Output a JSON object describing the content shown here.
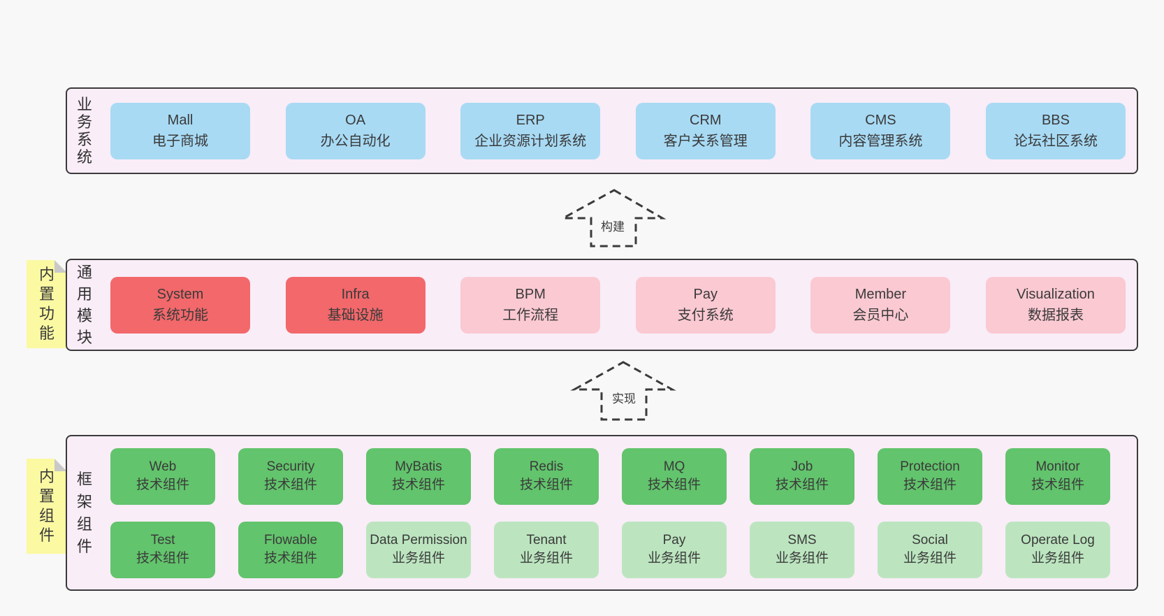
{
  "colors": {
    "page_bg": "#f8f8f8",
    "container_bg": "#f9edf7",
    "container_border": "#3b3b3b",
    "blue": "#a8daf4",
    "red": "#f2686b",
    "pink": "#fac9d2",
    "green": "#62c46c",
    "light_green": "#bce5bf",
    "yellow_note": "#fbf9a2",
    "fold_gray": "#c9c9c9"
  },
  "arrows": [
    {
      "label": "构建"
    },
    {
      "label": "实现"
    }
  ],
  "layers": [
    {
      "id": "business-systems",
      "label_vertical": "业务系统",
      "boxes": [
        {
          "name": "Mall",
          "desc": "电子商城",
          "style": "blue"
        },
        {
          "name": "OA",
          "desc": "办公自动化",
          "style": "blue"
        },
        {
          "name": "ERP",
          "desc": "企业资源计划系统",
          "style": "blue"
        },
        {
          "name": "CRM",
          "desc": "客户关系管理",
          "style": "blue"
        },
        {
          "name": "CMS",
          "desc": "内容管理系统",
          "style": "blue"
        },
        {
          "name": "BBS",
          "desc": "论坛社区系统",
          "style": "blue"
        }
      ]
    },
    {
      "id": "common-modules",
      "label_vertical": "通用模块",
      "note": "内置功能",
      "boxes": [
        {
          "name": "System",
          "desc": "系统功能",
          "style": "red"
        },
        {
          "name": "Infra",
          "desc": "基础设施",
          "style": "red"
        },
        {
          "name": "BPM",
          "desc": "工作流程",
          "style": "pink"
        },
        {
          "name": "Pay",
          "desc": "支付系统",
          "style": "pink"
        },
        {
          "name": "Member",
          "desc": "会员中心",
          "style": "pink"
        },
        {
          "name": "Visualization",
          "desc": "数据报表",
          "style": "pink"
        }
      ]
    },
    {
      "id": "framework-components",
      "label_vertical": "框架组件",
      "note": "内置组件",
      "rows": [
        [
          {
            "name": "Web",
            "desc": "技术组件",
            "style": "green"
          },
          {
            "name": "Security",
            "desc": "技术组件",
            "style": "green"
          },
          {
            "name": "MyBatis",
            "desc": "技术组件",
            "style": "green"
          },
          {
            "name": "Redis",
            "desc": "技术组件",
            "style": "green"
          },
          {
            "name": "MQ",
            "desc": "技术组件",
            "style": "green"
          },
          {
            "name": "Job",
            "desc": "技术组件",
            "style": "green"
          },
          {
            "name": "Protection",
            "desc": "技术组件",
            "style": "green"
          },
          {
            "name": "Monitor",
            "desc": "技术组件",
            "style": "green"
          }
        ],
        [
          {
            "name": "Test",
            "desc": "技术组件",
            "style": "green"
          },
          {
            "name": "Flowable",
            "desc": "技术组件",
            "style": "green"
          },
          {
            "name": "Data Permission",
            "desc": "业务组件",
            "style": "lightGreen"
          },
          {
            "name": "Tenant",
            "desc": "业务组件",
            "style": "lightGreen"
          },
          {
            "name": "Pay",
            "desc": "业务组件",
            "style": "lightGreen"
          },
          {
            "name": "SMS",
            "desc": "业务组件",
            "style": "lightGreen"
          },
          {
            "name": "Social",
            "desc": "业务组件",
            "style": "lightGreen"
          },
          {
            "name": "Operate Log",
            "desc": "业务组件",
            "style": "lightGreen"
          }
        ]
      ]
    }
  ]
}
